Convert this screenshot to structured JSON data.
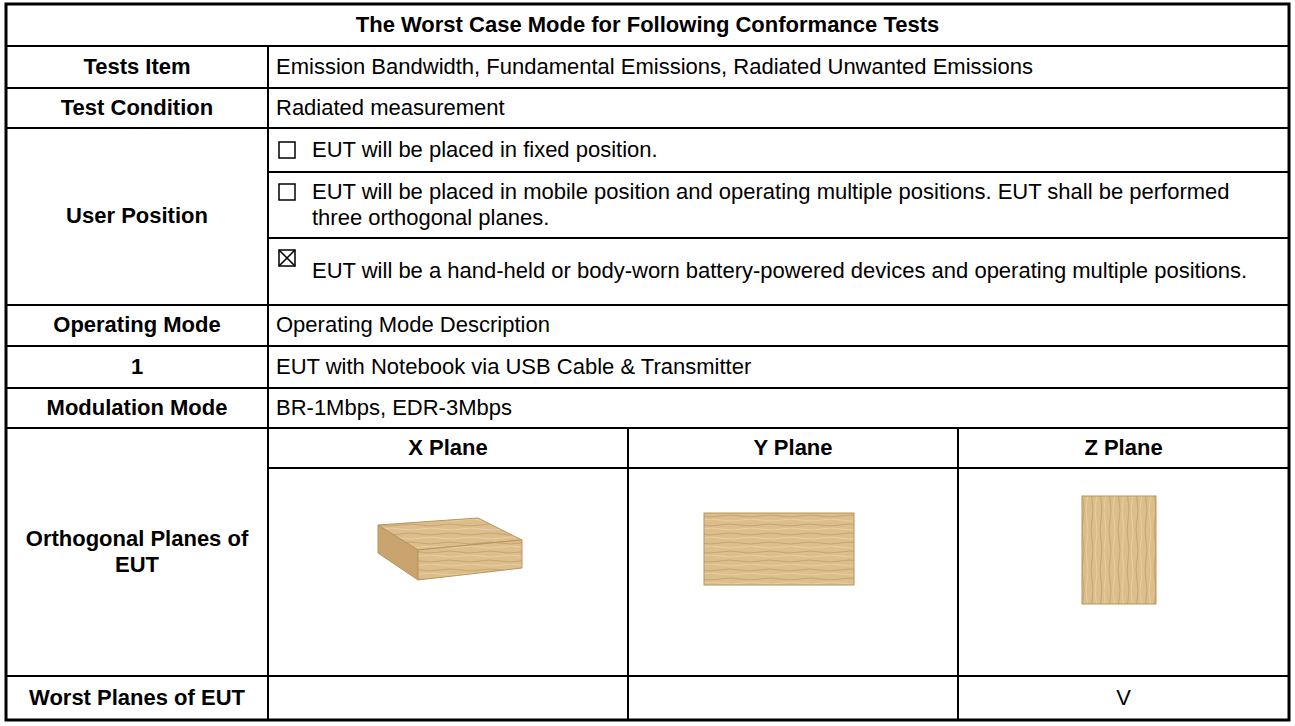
{
  "diagram": {
    "labels": [
      "The Worst Case Mode for Following Conformance Tests",
      "Tests Item",
      "Emission Bandwidth, Fundamental Emissions, Radiated Unwanted Emissions",
      "Test Condition",
      "Radiated measurement",
      "User Position",
      "EUT will be placed in fixed position.",
      "EUT will be placed in mobile position and operating multiple positions. EUT shall be performed three orthogonal planes.",
      "EUT will be a hand-held or body-worn battery-powered devices and operating multiple positions.",
      "Operating Mode",
      "Operating Mode Description",
      "1",
      "EUT with Notebook via USB Cable & Transmitter",
      "Modulation Mode",
      "BR-1Mbps, EDR-3Mbps",
      "Orthogonal Planes of EUT",
      "X Plane",
      "Y Plane",
      "Z Plane",
      "Worst Planes of EUT",
      "V"
    ]
  }
}
